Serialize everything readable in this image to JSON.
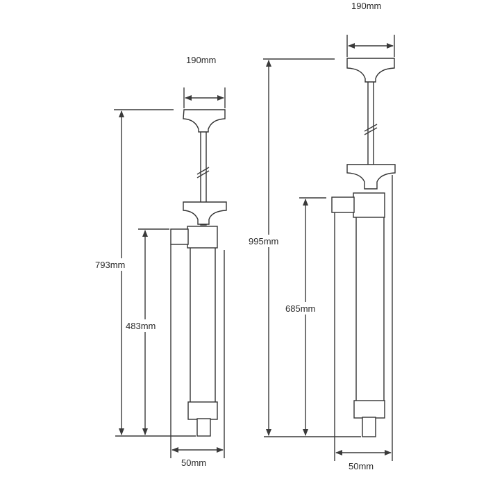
{
  "pump_small": {
    "handle_width": "190mm",
    "total_height": "793mm",
    "body_height": "483mm",
    "body_diameter": "50mm"
  },
  "pump_large": {
    "handle_width": "190mm",
    "total_height": "995mm",
    "body_height": "685mm",
    "body_diameter": "50mm"
  },
  "colors": {
    "line": "#3a3a3a",
    "fill": "#ffffff"
  }
}
